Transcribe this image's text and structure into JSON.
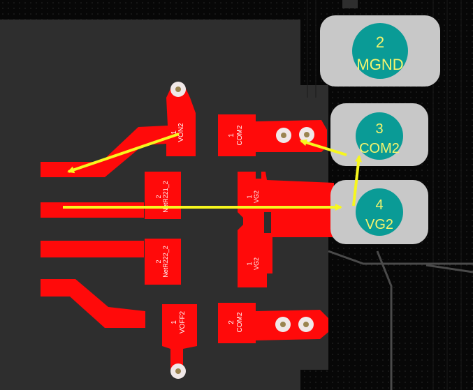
{
  "colors": {
    "background": "#000000",
    "copper_plane": "#2e2e2e",
    "copper": "#ff0a0a",
    "pad_gray": "#c8c8c8",
    "pad_teal": "#0a9b96",
    "pad_label": "#f5f56e",
    "silkscreen": "#ffffff",
    "via_ring": "#f0e8e8",
    "via_hole": "#9a8450",
    "arrow": "#f7f71e"
  },
  "pads": [
    {
      "number": "2",
      "net": "MGND"
    },
    {
      "number": "3",
      "net": "COM2"
    },
    {
      "number": "4",
      "net": "VG2"
    }
  ],
  "components": {
    "top_left": {
      "pin": "1",
      "net": "VON2"
    },
    "top_right": {
      "pin": "1",
      "net": "COM2"
    },
    "mid_left_a": {
      "pin": "2",
      "net": "NetR221_2"
    },
    "mid_right_a": {
      "pin": "1",
      "net": "VG2"
    },
    "mid_left_b": {
      "pin": "2",
      "net": "NetR222_2"
    },
    "mid_right_b": {
      "pin": "1",
      "net": "VG2"
    },
    "bottom_left": {
      "pin": "1",
      "net": "VOFF2"
    },
    "bottom_right": {
      "pin": "2",
      "net": "COM2"
    }
  },
  "arrows": [
    {
      "from": "VON2",
      "to": "connector-pin-1"
    },
    {
      "from": "connector-pin-2",
      "to": "VG2"
    },
    {
      "from": "VG2",
      "to": "COM2"
    },
    {
      "from": "COM2",
      "to": "COM2-via"
    }
  ]
}
